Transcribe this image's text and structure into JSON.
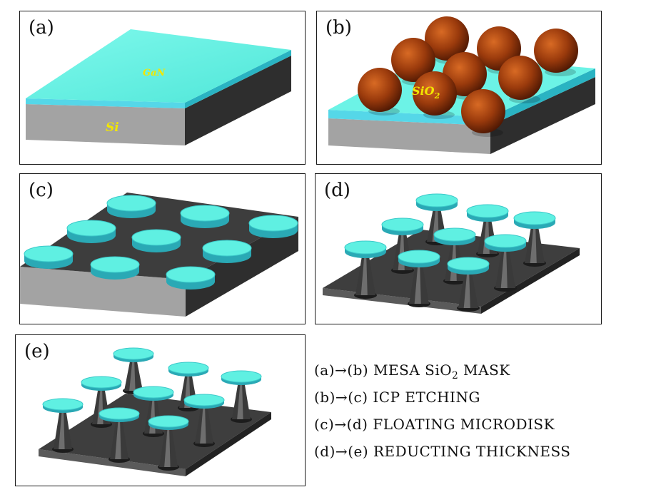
{
  "panels": [
    {
      "id": "a",
      "label": "(a)",
      "materials": {
        "top": "GaN",
        "substrate": "Si"
      }
    },
    {
      "id": "b",
      "label": "(b)",
      "materials": {
        "sphere": "SiO",
        "sphere_sub": "2"
      }
    },
    {
      "id": "c",
      "label": "(c)"
    },
    {
      "id": "d",
      "label": "(d)"
    },
    {
      "id": "e",
      "label": "(e)"
    }
  ],
  "steps": [
    {
      "from": "(a)",
      "arrow": "→",
      "to": "(b)",
      "text": "MESA SiO",
      "sub": "2",
      "tail": " MASK"
    },
    {
      "from": "(b)",
      "arrow": "→",
      "to": "(c)",
      "text": "ICP ETCHING",
      "sub": "",
      "tail": ""
    },
    {
      "from": "(c)",
      "arrow": "→",
      "to": "(d)",
      "text": "FLOATING MICRODISK",
      "sub": "",
      "tail": ""
    },
    {
      "from": "(d)",
      "arrow": "→",
      "to": "(e)",
      "text": "REDUCTING THICKNESS",
      "sub": "",
      "tail": ""
    }
  ],
  "colors": {
    "gan": "#66f5e6",
    "si_side": "#8c8c8c",
    "si_front": "#a6a6a6",
    "dark_base": "#3c3c3c",
    "sphere": "#9a3a0c",
    "label_text": "#f2e600"
  }
}
